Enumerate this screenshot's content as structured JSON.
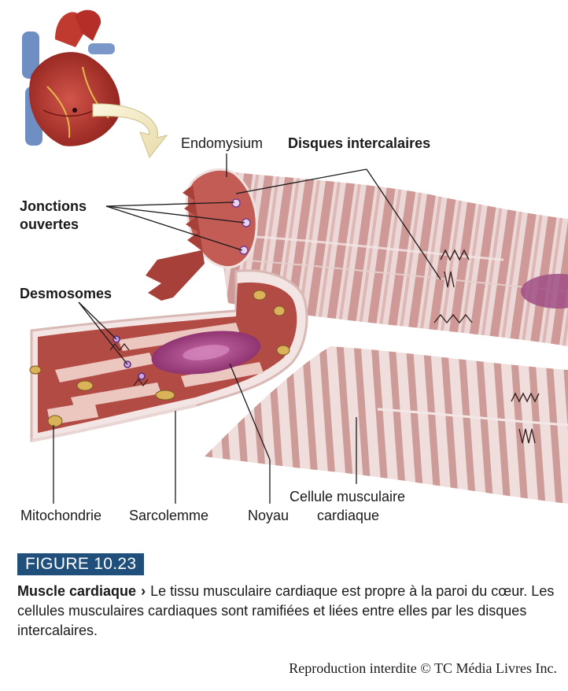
{
  "labels": {
    "endomysium": "Endomysium",
    "disques_intercalaires": "Disques intercalaires",
    "jonctions_ouvertes_l1": "Jonctions",
    "jonctions_ouvertes_l2": "ouvertes",
    "desmosomes": "Desmosomes",
    "mitochondrie": "Mitochondrie",
    "sarcolemme": "Sarcolemme",
    "noyau": "Noyau",
    "cellule_l1": "Cellule musculaire",
    "cellule_l2": "cardiaque"
  },
  "figure": {
    "number": "FIGURE 10.23",
    "title": "Muscle cardiaque",
    "separator": "›",
    "text": "Le tissu musculaire cardiaque est propre à la paroi du cœur. Les cellules musculaires cardiaques sont ramifiées et liées entre elles par les disques intercalaires."
  },
  "copyright": "Reproduction interdite © TC Média Livres Inc.",
  "colors": {
    "muscle": "#b85a5a",
    "muscle_light": "#e3c5c3",
    "heart": "#b3312a",
    "badge": "#1f4f7a",
    "nucleus": "#9b3c7e"
  }
}
